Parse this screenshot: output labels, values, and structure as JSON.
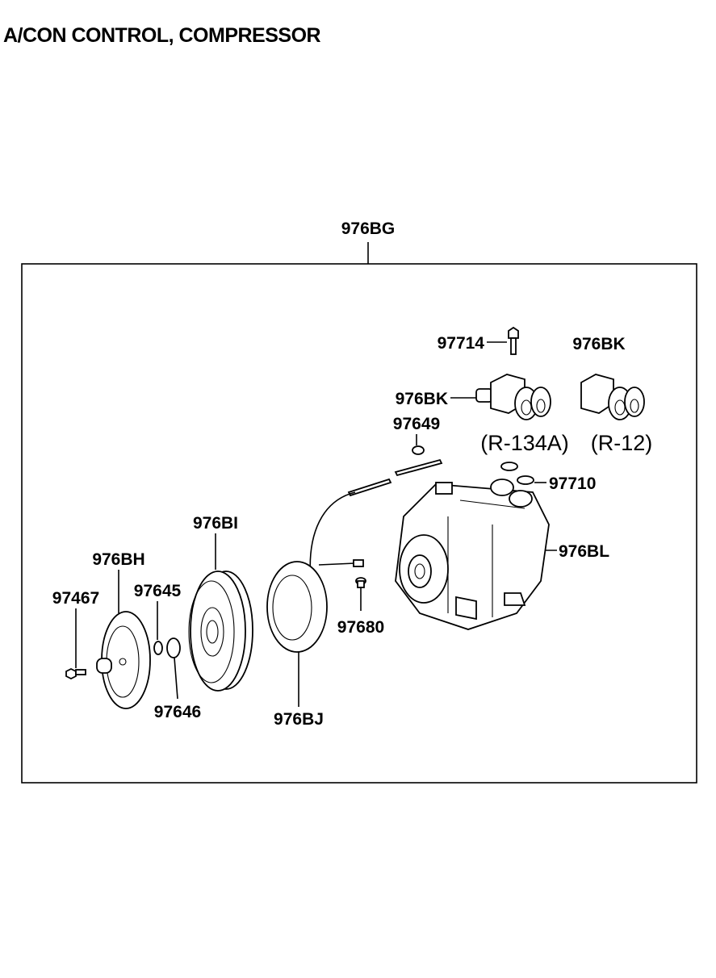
{
  "title": "A/CON CONTROL, COMPRESSOR",
  "labels": {
    "assembly": "976BG",
    "bolt_top": "97714",
    "switch_r134a": "976BK",
    "switch_r12": "976BK",
    "clip": "97649",
    "oring": "97710",
    "compressor": "976BL",
    "pulley": "976BI",
    "hub": "976BH",
    "bolt_hub": "97467",
    "shim": "97645",
    "snap_ring": "97646",
    "coil": "976BJ",
    "screw": "97680"
  },
  "variants": {
    "r134a": "(R-134A)",
    "r12": "(R-12)"
  }
}
